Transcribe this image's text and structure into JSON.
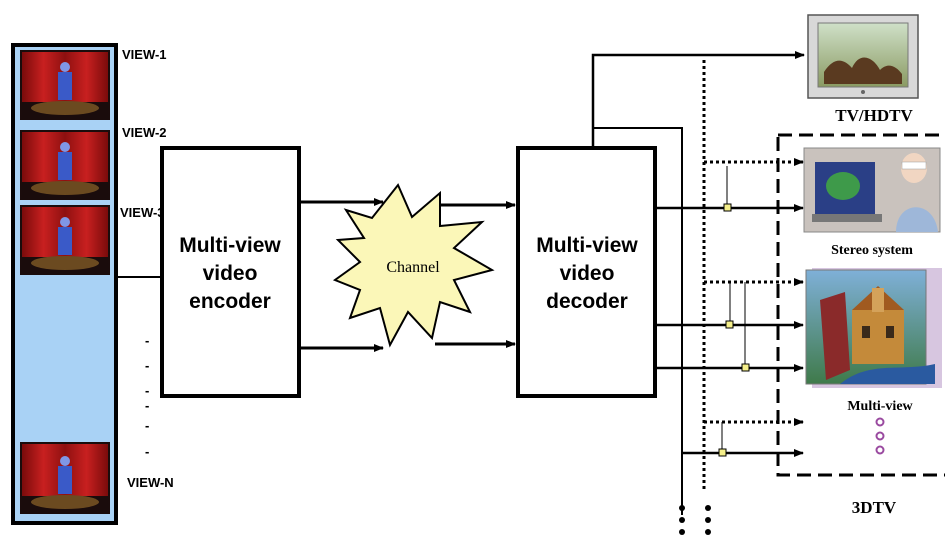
{
  "views": {
    "view1": "VIEW-1",
    "view2": "VIEW-2",
    "view3": "VIEW-3",
    "viewN": "VIEW-N",
    "ellipsis": [
      "-",
      "-",
      "-",
      "-",
      "-",
      "-"
    ]
  },
  "encoder": {
    "line1": "Multi-view",
    "line2": "video",
    "line3": "encoder"
  },
  "channel": {
    "label": "Channel"
  },
  "decoder": {
    "line1": "Multi-view",
    "line2": "video",
    "line3": "decoder"
  },
  "outputs": {
    "tv": "TV/HDTV",
    "stereo": "Stereo system",
    "multiview": "Multi-view",
    "group": "3DTV"
  },
  "colors": {
    "viewStrip": "#a9d2f5",
    "curtain": "#b01818",
    "channelBurst": "#fbf7b8",
    "junction": "#f5ef8a",
    "dotMarker": "#9a4aa0"
  }
}
